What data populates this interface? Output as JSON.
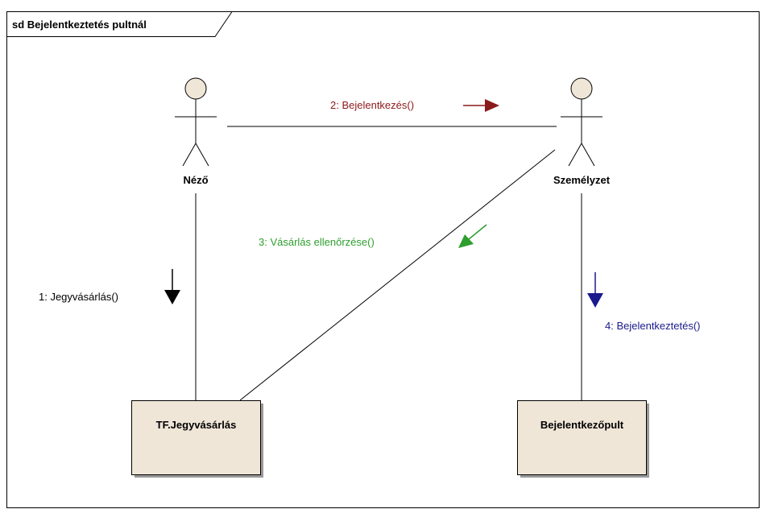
{
  "frame": {
    "title": "sd Bejelentkeztetés pultnál"
  },
  "actors": [
    {
      "id": "nezo",
      "name": "Néző"
    },
    {
      "id": "szemelyzet",
      "name": "Személyzet"
    }
  ],
  "objects": [
    {
      "id": "tf",
      "name": "TF.Jegyvásárlás"
    },
    {
      "id": "pult",
      "name": "Bejelentkezőpult"
    }
  ],
  "messages": [
    {
      "label": "1: Jegyvásárlás()",
      "color": "#000000"
    },
    {
      "label": "2: Bejelentkezés()",
      "color": "#8b1a1a"
    },
    {
      "label": "3: Vásárlás ellenőrzése()",
      "color": "#2e9e2e"
    },
    {
      "label": "4: Bejelentkeztetés()",
      "color": "#1a1a8c"
    }
  ],
  "colors": {
    "box_fill": "#efe6d8",
    "box_shadow": "#999999",
    "actor_head": "#efe6d8",
    "line": "#000000"
  }
}
